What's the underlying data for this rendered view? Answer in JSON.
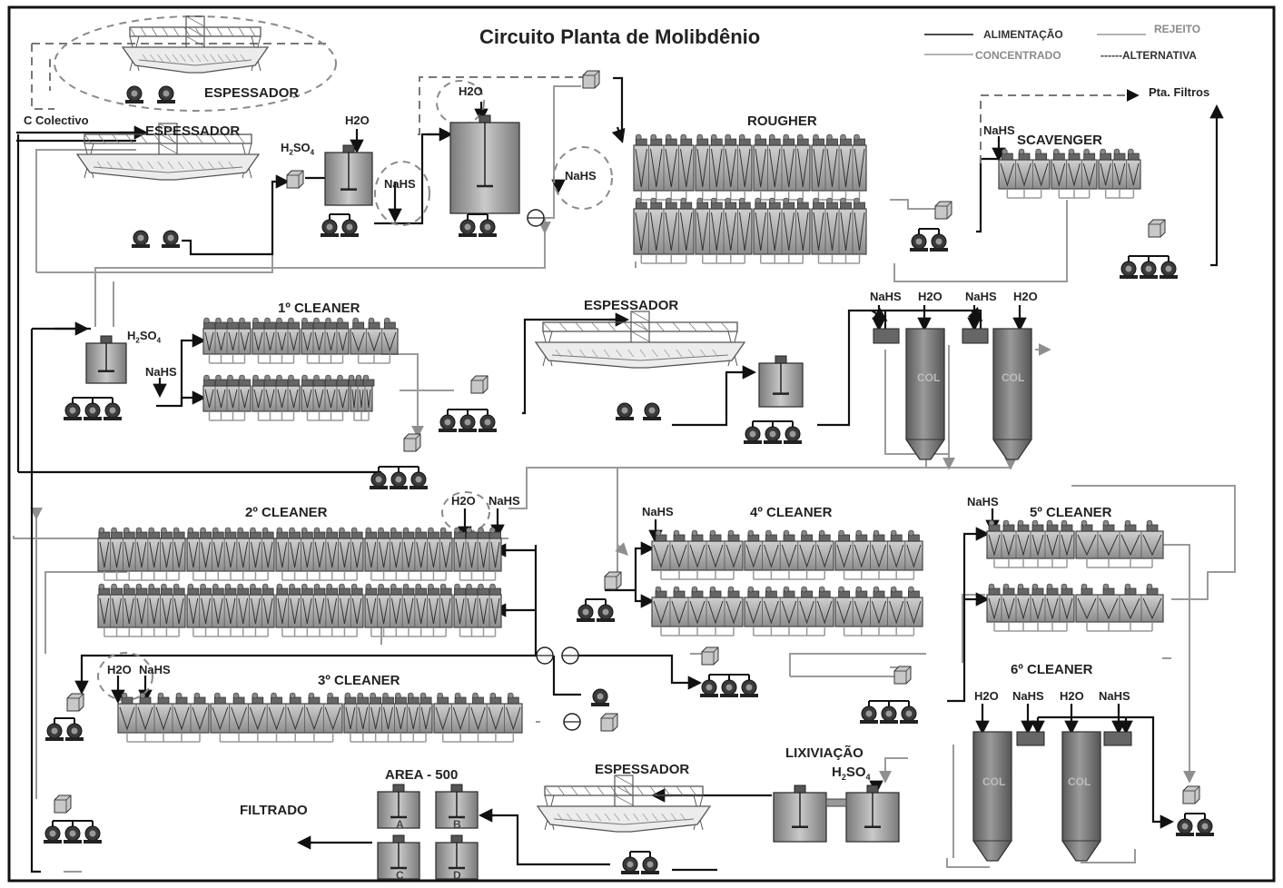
{
  "title": "Circuito  Planta de Molibdênio",
  "legend": {
    "alimentacao": "ALIMENTAÇÃO",
    "rejeito": "REJEITO",
    "concentrado": "CONCENTRADO",
    "alternativa": "------ALTERNATIVA"
  },
  "labels": {
    "espessador": "ESPESSADOR",
    "colectivo": "C Colectivo",
    "h2o": "H2O",
    "nahs": "NaHS",
    "h2so4_base": "H",
    "h2so4_2": "2",
    "h2so4_so": "SO",
    "h2so4_4": "4",
    "rougher": "ROUGHER",
    "scavenger": "SCAVENGER",
    "pta_filtros": "Pta. Filtros",
    "cleaner1": "1º CLEANER",
    "cleaner2": "2º CLEANER",
    "cleaner3": "3º CLEANER",
    "cleaner4": "4º CLEANER",
    "cleaner5": "5º CLEANER",
    "cleaner6": "6º CLEANER",
    "lixiviacao": "LIXIVIAÇÃO",
    "area500": "AREA - 500",
    "filtrado": "FILTRADO",
    "col": "COL",
    "tank_a": "A",
    "tank_b": "B",
    "tank_c": "C",
    "tank_d": "D"
  },
  "colors": {
    "alimentacao": "#111111",
    "concentrado": "#9a9a9a",
    "equipment": "#a9a9a9",
    "equipment_dark": "#555555"
  }
}
